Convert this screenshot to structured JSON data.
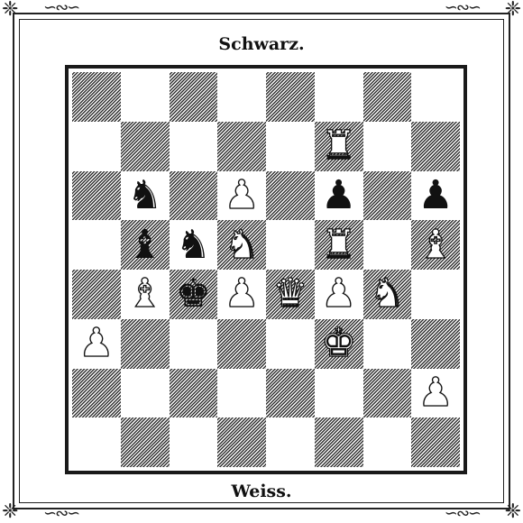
{
  "labels": {
    "top": "Schwarz.",
    "bottom": "Weiss."
  },
  "ornament_glyphs": {
    "corner": "❈",
    "swirl": "∽∾∽"
  },
  "board": {
    "pieces": [
      {
        "square": "f7",
        "type": "rook",
        "color": "white"
      },
      {
        "square": "b6",
        "type": "knight",
        "color": "black"
      },
      {
        "square": "d6",
        "type": "pawn",
        "color": "white"
      },
      {
        "square": "f6",
        "type": "pawn",
        "color": "black"
      },
      {
        "square": "h6",
        "type": "pawn",
        "color": "black"
      },
      {
        "square": "b5",
        "type": "bishop",
        "color": "black"
      },
      {
        "square": "c5",
        "type": "knight",
        "color": "black"
      },
      {
        "square": "d5",
        "type": "knight",
        "color": "white"
      },
      {
        "square": "f5",
        "type": "rook",
        "color": "white"
      },
      {
        "square": "h5",
        "type": "bishop",
        "color": "white"
      },
      {
        "square": "b4",
        "type": "bishop",
        "color": "white"
      },
      {
        "square": "c4",
        "type": "king",
        "color": "black"
      },
      {
        "square": "d4",
        "type": "pawn",
        "color": "white"
      },
      {
        "square": "e4",
        "type": "queen",
        "color": "white"
      },
      {
        "square": "f4",
        "type": "pawn",
        "color": "white"
      },
      {
        "square": "g4",
        "type": "knight",
        "color": "white"
      },
      {
        "square": "a3",
        "type": "pawn",
        "color": "white"
      },
      {
        "square": "f3",
        "type": "king",
        "color": "white"
      },
      {
        "square": "h2",
        "type": "pawn",
        "color": "white"
      }
    ]
  }
}
